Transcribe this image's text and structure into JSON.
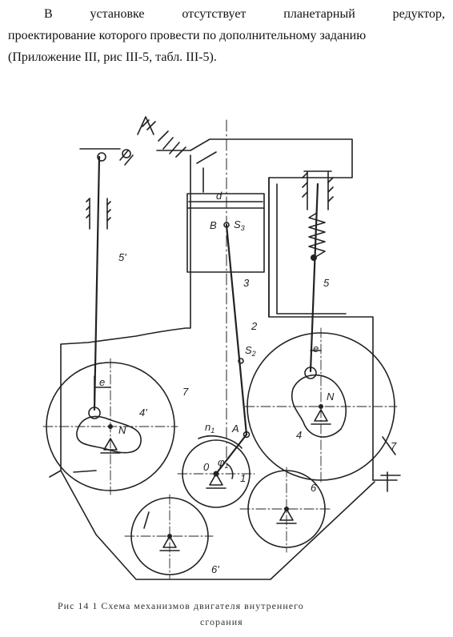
{
  "document": {
    "text_line1_words": [
      "В",
      "установке",
      "отсутствует",
      "планетарный",
      "редуктор,"
    ],
    "text_line2": "проектирование которого провести по дополнительному заданию",
    "text_line3": "(Приложение III, рис III-5, табл. III-5)."
  },
  "figure": {
    "labels": {
      "d": "d",
      "B": "B",
      "S3": "S",
      "S3_sub": "3",
      "five_prime": "5'",
      "five": "5",
      "three": "3",
      "two": "2",
      "S2": "S",
      "S2_sub": "2",
      "e_left": "e",
      "e_right": "e",
      "seven_left": "7",
      "seven_right": "7",
      "four_prime": "4'",
      "four": "4",
      "N_left": "N",
      "N_right": "N",
      "n1": "n",
      "n1_sub": "1",
      "A": "A",
      "O": "0",
      "phi": "φ",
      "phi_sub": "1",
      "one": "1",
      "six": "6",
      "six_prime": "6'"
    },
    "caption_line1": "Рис 14 1 Схема механизмов двигателя внутреннего",
    "caption_line2": "сгорания"
  }
}
